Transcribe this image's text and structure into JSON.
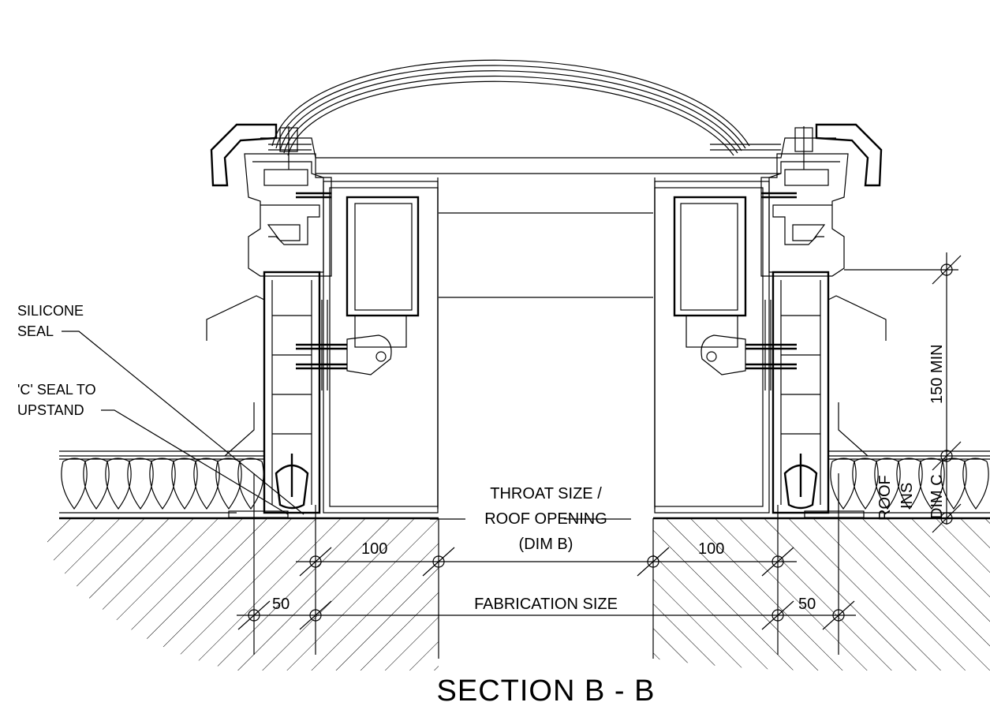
{
  "labels": {
    "silicone_seal_line1": "SILICONE",
    "silicone_seal_line2": "SEAL",
    "c_seal_line1": "'C' SEAL TO",
    "c_seal_line2": "UPSTAND",
    "throat_line1": "THROAT SIZE /",
    "throat_line2": "ROOF OPENING",
    "throat_line3": "(DIM B)",
    "fabrication": "FABRICATION SIZE",
    "dim_100_left": "100",
    "dim_100_right": "100",
    "dim_50_left": "50",
    "dim_50_right": "50",
    "min_150": "150 MIN",
    "roof_ins_line1": "ROOF",
    "roof_ins_line2": "INS",
    "dim_c": "DIM C"
  },
  "title": "SECTION  B - B"
}
